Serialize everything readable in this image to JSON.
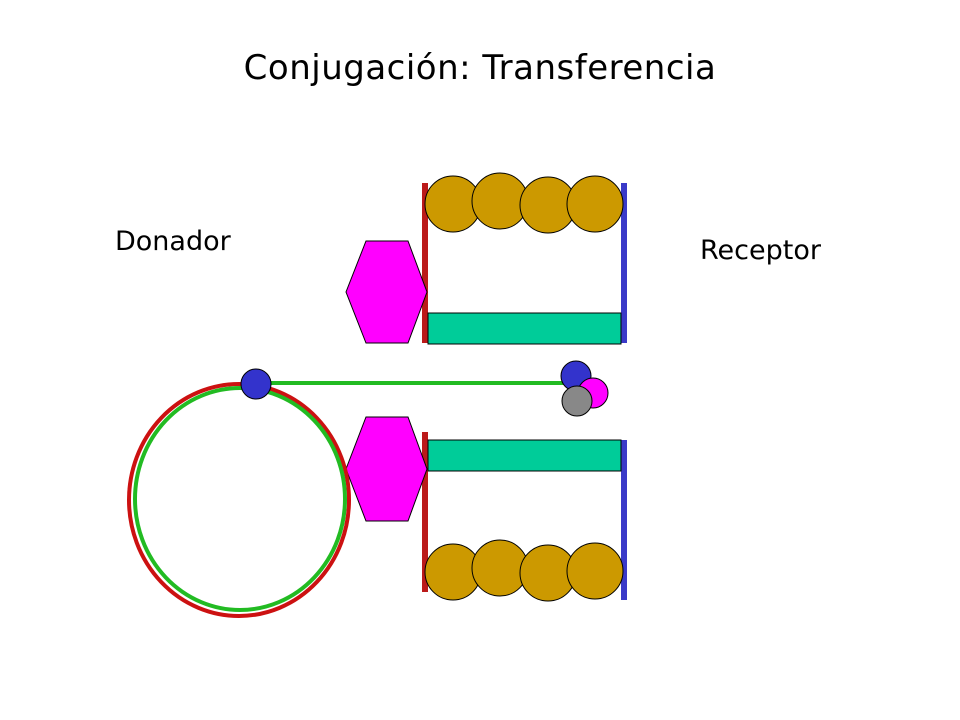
{
  "slide": {
    "title": "Conjugación: Transferencia",
    "donor_label": "Donador",
    "recipient_label": "Receptor"
  },
  "colors": {
    "donor_membrane": "#bb1a1a",
    "recipient_membrane": "#3a3ac8",
    "pilus_proteins": "#cc9900",
    "channel": "#00cc99",
    "hexagon_protein": "#ff00ff",
    "plasmid_outer": "#cc1111",
    "plasmid_inner": "#22bb22",
    "transferred_strand": "#22bb22",
    "relaxase": "#3333cc",
    "primase": "#ff00ff",
    "helper_protein": "#888888"
  },
  "icons": {
    "plasmid": "circle-icon",
    "protein": "hexagon-icon"
  }
}
